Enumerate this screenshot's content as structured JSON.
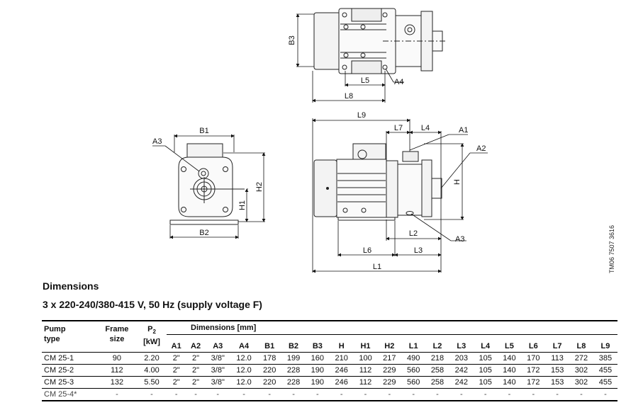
{
  "drawing": {
    "top_view_labels": {
      "B3": "B3",
      "L5": "L5",
      "L8": "L8",
      "A4": "A4"
    },
    "front_view_labels": {
      "B1": "B1",
      "B2": "B2",
      "A3": "A3",
      "H1": "H1",
      "H2": "H2"
    },
    "side_view_labels": {
      "L9": "L9",
      "L7": "L7",
      "L4": "L4",
      "A1": "A1",
      "A2": "A2",
      "H": "H",
      "L2": "L2",
      "A3": "A3",
      "L6": "L6",
      "L3": "L3",
      "L1": "L1"
    },
    "reference_code": "TM06 7507 3616"
  },
  "section": {
    "title": "Dimensions",
    "subtitle": "3 x 220-240/380-415 V, 50 Hz (supply voltage F)"
  },
  "table": {
    "pump_type_header": [
      "Pump",
      "type"
    ],
    "frame_size_header": [
      "Frame",
      "size"
    ],
    "p2_header": {
      "main": "P",
      "sub": "2",
      "unit": "[kW]"
    },
    "dimensions_header": "Dimensions [mm]",
    "dim_columns": [
      "A1",
      "A2",
      "A3",
      "A4",
      "B1",
      "B2",
      "B3",
      "H",
      "H1",
      "H2",
      "L1",
      "L2",
      "L3",
      "L4",
      "L5",
      "L6",
      "L7",
      "L8",
      "L9"
    ],
    "rows": [
      {
        "pump_type": "CM 25-1",
        "frame_size": "90",
        "p2": "2.20",
        "dims": [
          "2\"",
          "2\"",
          "3/8\"",
          "12.0",
          "178",
          "199",
          "160",
          "210",
          "100",
          "217",
          "490",
          "218",
          "203",
          "105",
          "140",
          "170",
          "113",
          "272",
          "385"
        ]
      },
      {
        "pump_type": "CM 25-2",
        "frame_size": "112",
        "p2": "4.00",
        "dims": [
          "2\"",
          "2\"",
          "3/8\"",
          "12.0",
          "220",
          "228",
          "190",
          "246",
          "112",
          "229",
          "560",
          "258",
          "242",
          "105",
          "140",
          "172",
          "153",
          "302",
          "455"
        ]
      },
      {
        "pump_type": "CM 25-3",
        "frame_size": "132",
        "p2": "5.50",
        "dims": [
          "2\"",
          "2\"",
          "3/8\"",
          "12.0",
          "220",
          "228",
          "190",
          "246",
          "112",
          "229",
          "560",
          "258",
          "242",
          "105",
          "140",
          "172",
          "153",
          "302",
          "455"
        ]
      },
      {
        "pump_type": "CM 25-4*",
        "frame_size": "-",
        "p2": "-",
        "dims": [
          "-",
          "-",
          "-",
          "-",
          "-",
          "-",
          "-",
          "-",
          "-",
          "-",
          "-",
          "-",
          "-",
          "-",
          "-",
          "-",
          "-",
          "-",
          "-"
        ]
      }
    ]
  }
}
